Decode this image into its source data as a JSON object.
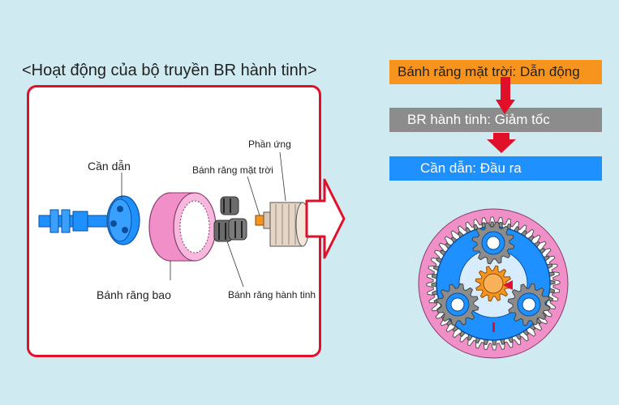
{
  "title": "<Hoạt động của bộ truyền BR hành tinh>",
  "labels": {
    "carrier": "Cần dẫn",
    "armature": "Phần ứng",
    "sun_gear": "Bánh răng mặt trời",
    "ring_gear": "Bánh răng bao",
    "planet_gear": "Bánh răng hành tinh"
  },
  "flow": [
    {
      "text": "Bánh răng mặt trời: Dẫn động",
      "color": "#f7941d"
    },
    {
      "text": "BR hành tinh: Giảm tốc",
      "color": "#8c8c8c"
    },
    {
      "text": "Cần dẫn: Đầu ra",
      "color": "#1e90ff"
    }
  ],
  "colors": {
    "background": "#cfeaf0",
    "panel_border": "#e0102a",
    "arrow": "#e0102a",
    "ring_gear": "#f08fc8",
    "carrier": "#1e90ff",
    "planet": "#8c8c8c",
    "sun": "#f7941d"
  },
  "icons": {
    "big_arrow": "hollow-right-arrow-icon",
    "flow_arrow": "red-down-arrow-icon"
  }
}
